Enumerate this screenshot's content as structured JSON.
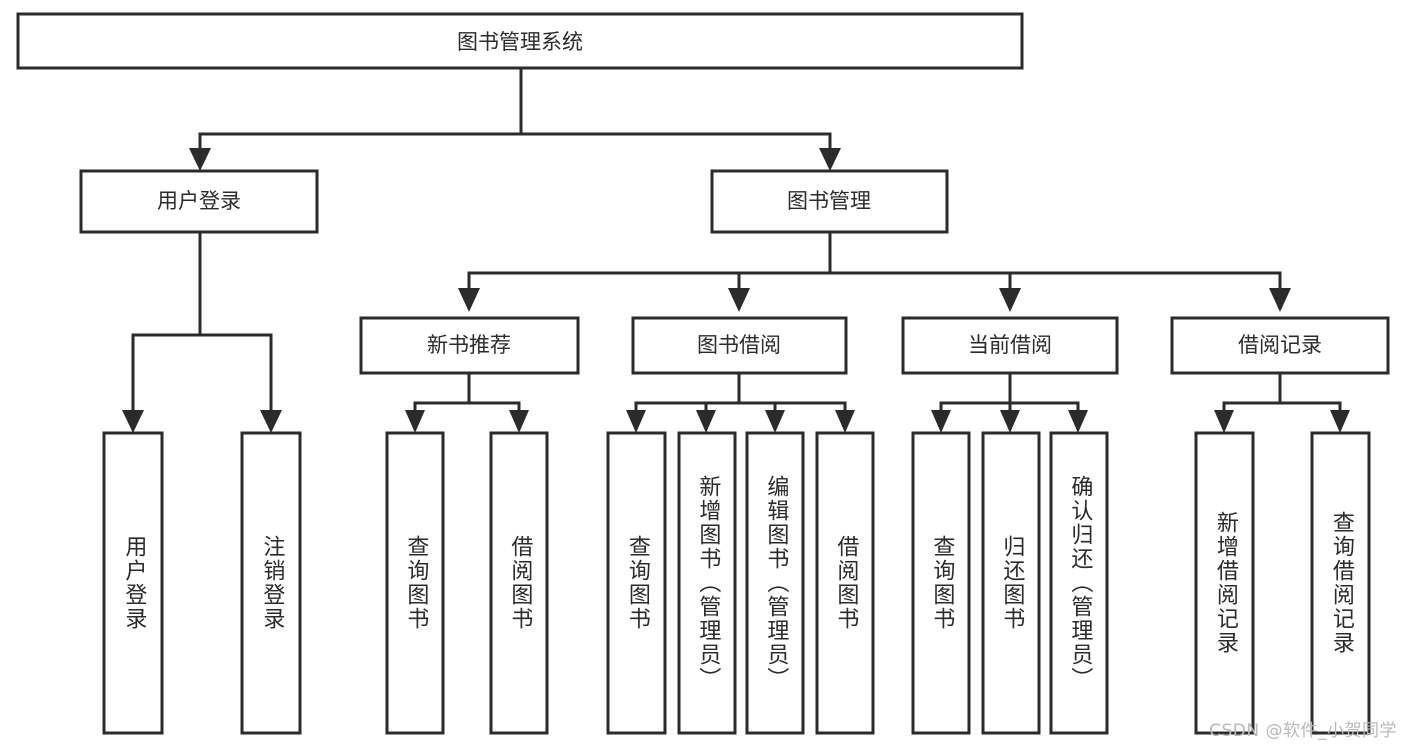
{
  "diagram": {
    "type": "tree-hierarchy-chart",
    "title": "图书管理系统",
    "background_color": "#ffffff",
    "line_color": "#2b2b2b",
    "text_color": "#2b2b2b",
    "root": {
      "label": "图书管理系统"
    },
    "level1": [
      {
        "label": "用户登录"
      },
      {
        "label": "图书管理"
      }
    ],
    "level2": [
      {
        "label": "新书推荐"
      },
      {
        "label": "图书借阅"
      },
      {
        "label": "当前借阅"
      },
      {
        "label": "借阅记录"
      }
    ],
    "leaves": {
      "user_login": [
        {
          "label": "用户登录"
        },
        {
          "label": "注销登录"
        }
      ],
      "new_book_recommend": [
        {
          "label": "查询图书"
        },
        {
          "label": "借阅图书"
        }
      ],
      "book_borrow": [
        {
          "label": "查询图书"
        },
        {
          "label": "新增图书（管理员）"
        },
        {
          "label": "编辑图书（管理员）"
        },
        {
          "label": "借阅图书"
        }
      ],
      "current_borrow": [
        {
          "label": "查询图书"
        },
        {
          "label": "归还图书"
        },
        {
          "label": "确认归还（管理员）"
        }
      ],
      "borrow_record": [
        {
          "label": "新增借阅记录"
        },
        {
          "label": "查询借阅记录"
        }
      ]
    },
    "watermark": "CSDN @软件_小贺同学"
  }
}
